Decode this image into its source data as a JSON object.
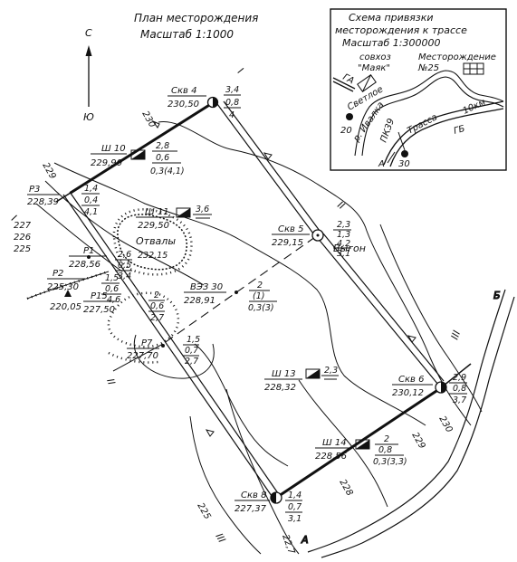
{
  "title": "План месторождения",
  "scale": "Масштаб 1:1000",
  "north": "С",
  "south": "Ю",
  "inset": {
    "title1": "Схема привязки",
    "title2": "месторождения к трассе",
    "scale": "Масштаб 1:300000",
    "sovkhoz": "совхоз",
    "mayak": "\"Маяк\"",
    "deposit": "Месторождение",
    "num": "№25",
    "svetloe": "Светлое",
    "river": "р. Ивалка",
    "trassa": "Трасса",
    "pk": "ПК39",
    "km": "10км",
    "ga": "ГА",
    "gb": "ГБ",
    "n20": "20",
    "n30": "30",
    "dir": "А"
  },
  "labels": {
    "otvaly": "Отвалы",
    "vygon": "Выгон",
    "l227": "227",
    "l226": "226",
    "l225": "225",
    "l229": "229",
    "l230": "230",
    "l225b": "225",
    "l227b": "22,7",
    "l228": "228",
    "l229b": "229",
    "l230b": "230",
    "rI": "I",
    "rI2": "I",
    "rII": "II",
    "rII2": "II",
    "rIII": "III",
    "rIII2": "III",
    "A": "А",
    "B": "Б"
  },
  "skv4": {
    "name": "Скв 4",
    "elev": "230,50",
    "f": [
      "3,4",
      "0,8",
      "4"
    ]
  },
  "sh10": {
    "name": "Ш 10",
    "elev": "229,90",
    "f": [
      "2,8",
      "0,6",
      "0,3(4,1)"
    ]
  },
  "p3": {
    "name": "Р3",
    "elev": "228,39",
    "f": [
      "1,4",
      "0,4",
      "4,1"
    ]
  },
  "sh11": {
    "name": "Ш 11",
    "elev": "229,50",
    "f": [
      "3,6"
    ]
  },
  "p1": {
    "name": "Р1",
    "elev": "228,56",
    "f": [
      "2,6",
      "0,5",
      "3,4"
    ],
    "extra": "232,15"
  },
  "p2": {
    "name": "Р2",
    "elev": "225,30",
    "f": [
      "1,5",
      "0,6",
      "4,6"
    ]
  },
  "p15": {
    "name": "Р15",
    "elev": "227,50"
  },
  "e220": "220,05",
  "skv5": {
    "name": "Скв 5",
    "elev": "229,15",
    "f": [
      "2,3",
      "1,3",
      "4,2",
      "3,1"
    ]
  },
  "vez": {
    "name": "ВЭЗ 30",
    "elev": "228,91",
    "f": [
      "2",
      "(1)",
      "0,3(3)"
    ]
  },
  "p7": {
    "name": "Р7",
    "elev": "227,70",
    "f": [
      "1,5",
      "0,7",
      "2,7"
    ]
  },
  "p7up": {
    "f": [
      "2",
      "0,6",
      "2,7"
    ]
  },
  "sh13": {
    "name": "Ш 13",
    "elev": "228,32",
    "f": [
      "2,3"
    ]
  },
  "skv6": {
    "name": "Скв 6",
    "elev": "230,12",
    "f": [
      "2,9",
      "0,8",
      "3,7"
    ]
  },
  "sh14": {
    "name": "Ш 14",
    "elev": "228,56",
    "f": [
      "2",
      "0,8",
      "0,3(3,3)"
    ]
  },
  "skv8": {
    "name": "Скв 8",
    "elev": "227,37",
    "f": [
      "1,4",
      "0,7",
      "3,1"
    ]
  }
}
